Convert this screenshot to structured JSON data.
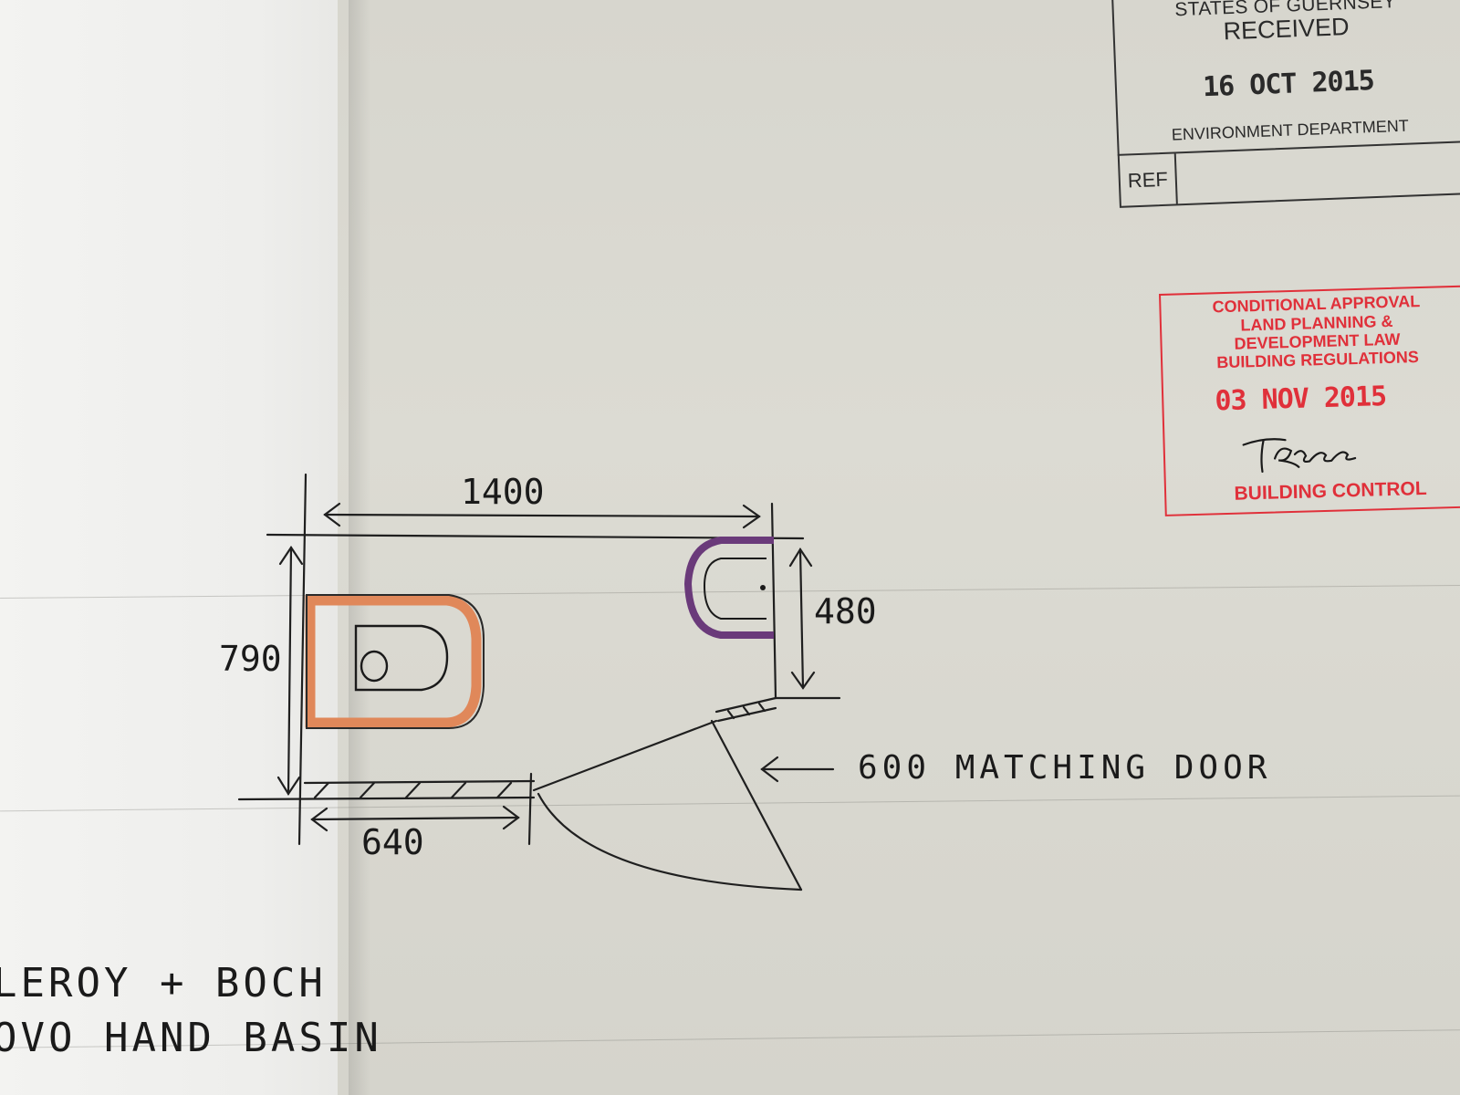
{
  "stamp_received": {
    "line1": "STATES OF GUERNSEY",
    "line2": "RECEIVED",
    "date": "16 OCT 2015",
    "department": "ENVIRONMENT DEPARTMENT",
    "ref_label": "REF"
  },
  "stamp_approval": {
    "line1": "CONDITIONAL APPROVAL",
    "line2": "LAND PLANNING &",
    "line3": "DEVELOPMENT LAW",
    "line4": "BUILDING REGULATIONS",
    "date": "03 NOV 2015",
    "signature": "TGree",
    "department": "BUILDING CONTROL"
  },
  "drawing": {
    "dim_width": "1400",
    "dim_depth": "790",
    "dim_basin": "480",
    "dim_bottom": "640",
    "door_note": "600 MATCHING DOOR"
  },
  "notes": {
    "line1": "LEROY + BOCH",
    "line2": "OVO HAND BASIN"
  },
  "colors": {
    "wc_outline": "#e0885a",
    "basin_outline": "#6a3a7a",
    "stamp_red": "#e0303a"
  }
}
